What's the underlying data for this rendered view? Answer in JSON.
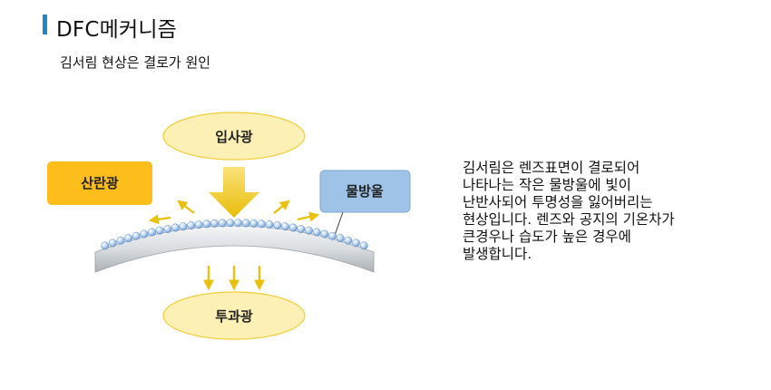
{
  "header": {
    "title": "DFC메커니즘",
    "subtitle": "김서림 현상은 결로가 원인"
  },
  "diagram": {
    "incident_label": "입사광",
    "scatter_label": "산란광",
    "droplet_label": "물방울",
    "transmitted_label": "투과광",
    "colors": {
      "ellipse_fill": "#fdf0b4",
      "ellipse_stroke": "#f2cd3a",
      "scatter_box": "#fdbd1a",
      "droplet_box": "#9ec3e6",
      "arrow": "#e9c00e",
      "lens": "#d6dadd"
    }
  },
  "description": {
    "lines": [
      "김서림은 렌즈표면이 결로되어",
      "나타나는 작은 물방울에 빛이",
      "난반사되어 투명성을 잃어버리는",
      "현상입니다. 렌즈와 공지의 기온차가",
      "큰경우나 습도가 높은 경우에",
      "발생합니다."
    ]
  }
}
